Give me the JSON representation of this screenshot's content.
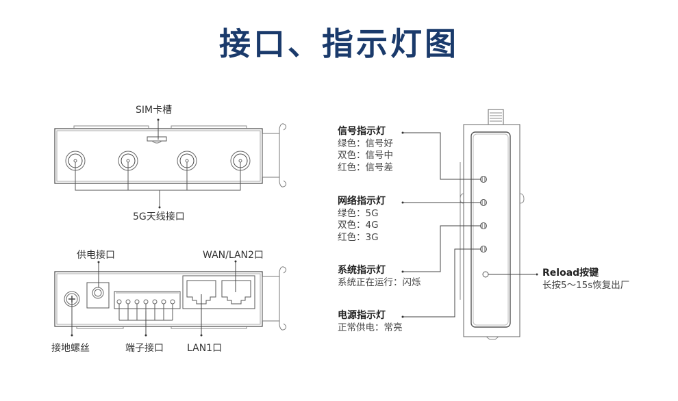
{
  "title": "接口、指示灯图",
  "top_view": {
    "sim_label": "SIM卡槽",
    "antenna_label": "5G天线接口",
    "antenna_count": 4
  },
  "front_view": {
    "power_label": "供电接口",
    "wan_label": "WAN/LAN2口",
    "ground_label": "接地螺丝",
    "terminal_label": "端子接口",
    "lan1_label": "LAN1口",
    "terminal_pin_count": 7
  },
  "side_view": {
    "indicators": [
      {
        "title": "信号指示灯",
        "lines": [
          "绿色：信号好",
          "双色：信号中",
          "红色：信号差"
        ]
      },
      {
        "title": "网络指示灯",
        "lines": [
          "绿色：5G",
          "双色：4G",
          "红色：3G"
        ]
      },
      {
        "title": "系统指示灯",
        "lines": [
          "系统正在运行：闪烁"
        ]
      },
      {
        "title": "电源指示灯",
        "lines": [
          "正常供电：常亮"
        ]
      }
    ],
    "reload": {
      "title": "Reload按键",
      "desc": "长按5～15s恢复出厂"
    }
  },
  "colors": {
    "title": "#1a3a6b",
    "line": "#555555"
  }
}
